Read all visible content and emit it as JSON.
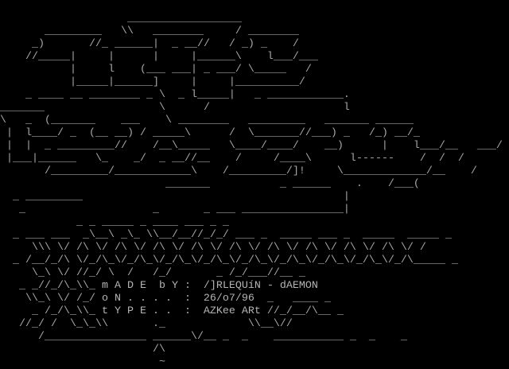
{
  "art": {
    "rows": {
      "r1": "                    __________________",
      "r2": "       _________   \\\\   ________     / ________",
      "r3": "     _)       //_ ______|  _ __//   / _) _    /",
      "r4": "    //_____|     |      |     |______\\    l___/___",
      "r5": "           |     l    (___ ___| _ ___/ \\_____   /",
      "r6": "           |_____|______]     |     |__________/",
      "r7": "    _ ____ __ ________ _ \\  _ l_____|   _ ____________.",
      "r8": "_______                  \\      /                     l",
      "r9": "\\   _  (_______    ___    \\ ________   _________   _______ ______",
      "r10": " |  l____/ _  (__ __) / _____\\      /  \\_______//___) _   /_) __/_",
      "r11": " |  |  _ _________//    /__\\_____   \\____/____/    __)      |    l___/__   ___/",
      "r12": " |___|______   \\_    _/  _ __//__    /     /____\\      l------    /  /  /",
      "r13": "       /_________/____________\\    /_________/]!     \\_____________/__    /",
      "r14": "                          _______           _ ______    .    /___(",
      "r15": "  _ _________                                         |",
      "r16": "   _                    _       _ ___ ________________|",
      "r17": "            _ _ _____ _ ____ ___ _ _",
      "r18": "  _ ___ ___  _\\__\\ _\\_ \\\\__/__//_/_/ ___ _  _____ ___ _  _____  _____ _",
      "r19": "     \\\\\\ \\/ /\\ \\/ /\\ \\/ /\\ \\/ /\\ \\/ /\\ \\/ /\\ \\/ /\\ \\/ /\\ \\/ /\\ \\/ /",
      "r20": "  _ /__/_/\\ \\/_/\\_\\/_/\\_\\/_/\\_\\/_/\\_\\/_/\\_\\/_/\\_\\/_/\\_\\/_/\\_\\/_/\\_____ _",
      "r21": "     \\_\\ \\/ //_/ \\  /   /_/       _ /_/___//__ _",
      "r25": "   //_/ /  \\_\\_\\\\       ._             \\\\__\\//",
      "r26": "      /________________ ______\\/__ _  _    ___________ _  _    _",
      "r27": "                        /\\",
      "r28": "                         ~"
    }
  },
  "info": {
    "made_by": {
      "prefix": "   _ _//_/\\_\\\\_",
      "label": "m A D E  b Y",
      "sep": ":",
      "value": "/]RLEQUíN - dAEMON",
      "suffix": ""
    },
    "on": {
      "prefix": "    \\\\_\\ \\/ /_/",
      "label": "o N . . . .",
      "sep": ":",
      "value": "26/o7/96",
      "suffix": "  _   ____ _"
    },
    "type": {
      "prefix": "     _ /_/\\_\\\\_",
      "label": "t Y P E . .",
      "sep": ":",
      "value": "AZKee ARt",
      "suffix": " //_/__/\\__ _"
    }
  },
  "colors": {
    "background": "#000000",
    "text": "#a8a8a8"
  }
}
